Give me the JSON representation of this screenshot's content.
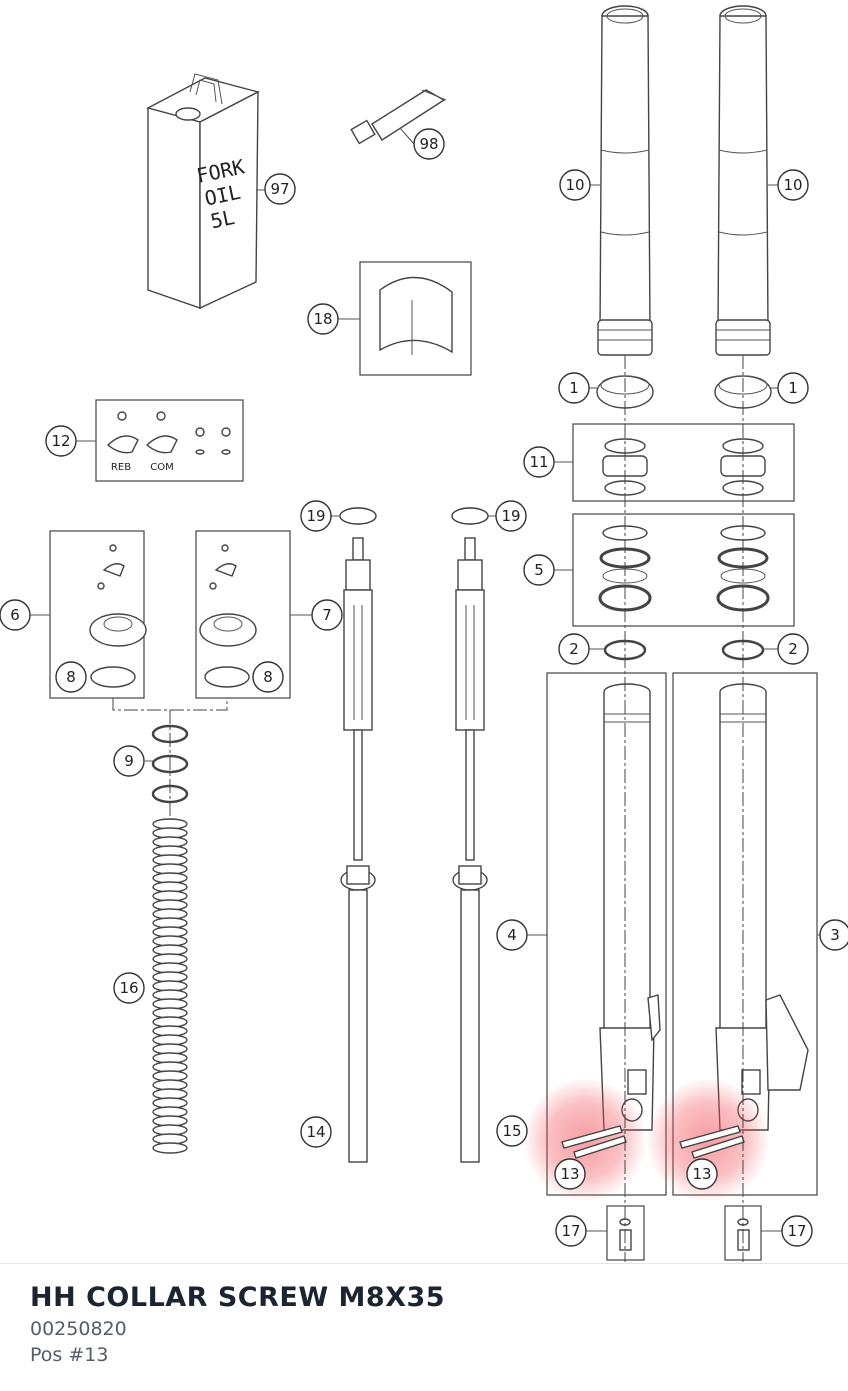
{
  "diagram": {
    "callouts": [
      {
        "id": "97",
        "label": "97"
      },
      {
        "id": "98",
        "label": "98"
      },
      {
        "id": "10",
        "label": "10"
      },
      {
        "id": "18",
        "label": "18"
      },
      {
        "id": "1",
        "label": "1"
      },
      {
        "id": "12",
        "label": "12"
      },
      {
        "id": "11",
        "label": "11"
      },
      {
        "id": "19",
        "label": "19"
      },
      {
        "id": "5",
        "label": "5"
      },
      {
        "id": "6",
        "label": "6"
      },
      {
        "id": "7",
        "label": "7"
      },
      {
        "id": "8",
        "label": "8"
      },
      {
        "id": "2",
        "label": "2"
      },
      {
        "id": "9",
        "label": "9"
      },
      {
        "id": "4",
        "label": "4"
      },
      {
        "id": "3",
        "label": "3"
      },
      {
        "id": "16",
        "label": "16"
      },
      {
        "id": "14",
        "label": "14"
      },
      {
        "id": "15",
        "label": "15"
      },
      {
        "id": "13",
        "label": "13"
      },
      {
        "id": "17",
        "label": "17"
      }
    ],
    "can_text": [
      "FORK",
      "OIL",
      "5L"
    ],
    "adjuster_labels": {
      "reb": "REB",
      "com": "COM"
    },
    "highlight_color": "#f04b55",
    "highlighted_part": "13"
  },
  "part": {
    "name": "HH COLLAR SCREW M8X35",
    "number": "00250820",
    "position": "Pos #13"
  }
}
